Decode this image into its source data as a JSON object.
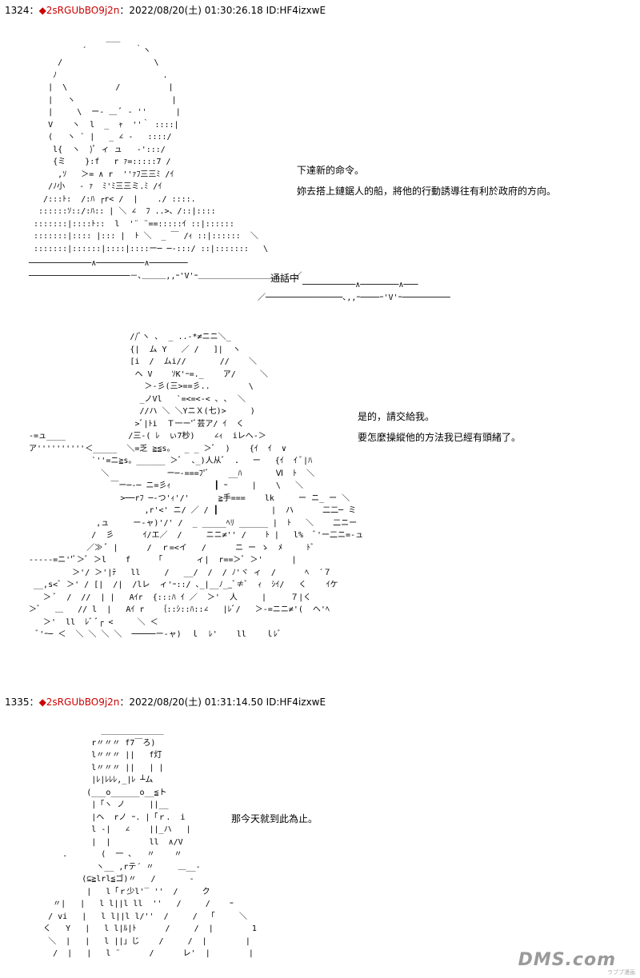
{
  "posts": [
    {
      "number": "1324",
      "separator": "：",
      "diamond": "◆",
      "trip": "2sRGUbBO9j2n",
      "datetime": "：2022/08/20(土) 01:30:26.18",
      "id": "ID:HF4izxwE",
      "lines": [
        "下達新的命令。",
        "妳去搭上鏈鋸人的船，將他的行動誘導往有利於政府的方向。"
      ]
    },
    {
      "lines": [
        "是的，請交給我。",
        "要怎麼操縱他的方法我已經有頭緒了。"
      ]
    },
    {
      "number": "1335",
      "separator": "：",
      "diamond": "◆",
      "trip": "2sRGUbBO9j2n",
      "datetime": "：2022/08/20(土) 01:31:14.50",
      "id": "ID:HF4izxwE",
      "lines": [
        "那今天就到此為止。"
      ]
    }
  ],
  "phone_call": {
    "label": "通話中"
  },
  "watermark": {
    "logo": "DMS.com",
    "sub": "ラブブ漫画"
  }
}
